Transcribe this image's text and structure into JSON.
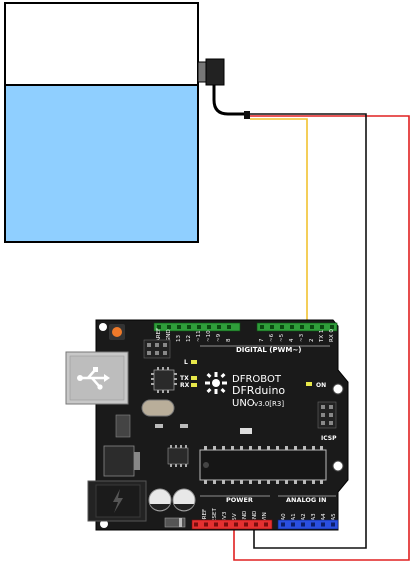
{
  "board": {
    "brand": "DFROBOT",
    "model": "DFRduino",
    "variant": "UNO",
    "version": "v3.0[R3]",
    "digital_label": "DIGITAL (PWM~)",
    "analog_label": "ANALOG IN",
    "power_label": "POWER",
    "icsp_label": "ICSP",
    "on_label": "ON",
    "tx_label": "TX",
    "rx_label": "RX",
    "l_label": "L",
    "top_pins": [
      "AREF",
      "GND",
      "13",
      "12",
      "~11",
      "~10",
      "~9",
      "8",
      "7",
      "~6",
      "~5",
      "4",
      "~3",
      "2",
      "TX 1",
      "RX 0"
    ],
    "power_pins": [
      "IOREF",
      "RESET",
      "3V3",
      "5V",
      "GND",
      "GND",
      "VIN"
    ],
    "analog_pins": [
      "A0",
      "A1",
      "A2",
      "A3",
      "A4",
      "A5"
    ]
  },
  "colors": {
    "board": "#1a1a1a",
    "water": "#8fcfff",
    "wire_red": "#e02020",
    "wire_yellow": "#f2c230",
    "wire_black": "#111111",
    "header_green": "#2f9e3a",
    "header_red": "#e53030",
    "header_blue": "#2a4fe0"
  }
}
